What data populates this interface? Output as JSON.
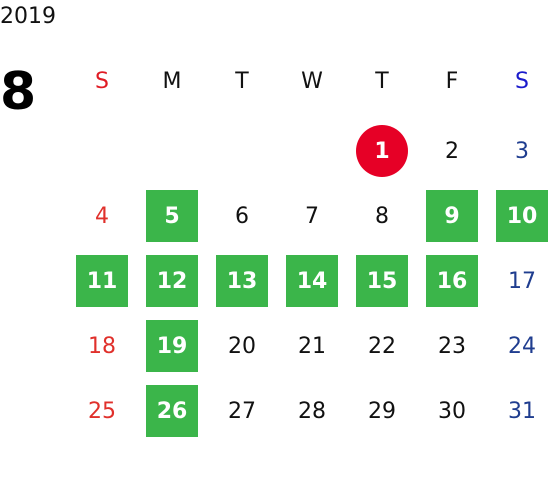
{
  "calendar": {
    "year": "2019",
    "month": "8",
    "weekdays": [
      {
        "label": "S",
        "color": "#e01b24"
      },
      {
        "label": "M",
        "color": "#111111"
      },
      {
        "label": "T",
        "color": "#111111"
      },
      {
        "label": "W",
        "color": "#111111"
      },
      {
        "label": "T",
        "color": "#111111"
      },
      {
        "label": "F",
        "color": "#111111"
      },
      {
        "label": "S",
        "color": "#1a1acc"
      }
    ],
    "colors": {
      "sunday": "#e0302b",
      "saturday": "#1f3d8f",
      "weekday": "#111111",
      "holiday_bg": "#3bb54a",
      "today_bg": "#e60026"
    },
    "days": [
      {
        "day": "1",
        "weekday": 4,
        "week": 0,
        "type": "today"
      },
      {
        "day": "2",
        "weekday": 5,
        "week": 0,
        "type": "normal"
      },
      {
        "day": "3",
        "weekday": 6,
        "week": 0,
        "type": "normal"
      },
      {
        "day": "4",
        "weekday": 0,
        "week": 1,
        "type": "normal"
      },
      {
        "day": "5",
        "weekday": 1,
        "week": 1,
        "type": "holiday"
      },
      {
        "day": "6",
        "weekday": 2,
        "week": 1,
        "type": "normal"
      },
      {
        "day": "7",
        "weekday": 3,
        "week": 1,
        "type": "normal"
      },
      {
        "day": "8",
        "weekday": 4,
        "week": 1,
        "type": "normal"
      },
      {
        "day": "9",
        "weekday": 5,
        "week": 1,
        "type": "holiday"
      },
      {
        "day": "10",
        "weekday": 6,
        "week": 1,
        "type": "holiday"
      },
      {
        "day": "11",
        "weekday": 0,
        "week": 2,
        "type": "holiday"
      },
      {
        "day": "12",
        "weekday": 1,
        "week": 2,
        "type": "holiday"
      },
      {
        "day": "13",
        "weekday": 2,
        "week": 2,
        "type": "holiday"
      },
      {
        "day": "14",
        "weekday": 3,
        "week": 2,
        "type": "holiday"
      },
      {
        "day": "15",
        "weekday": 4,
        "week": 2,
        "type": "holiday"
      },
      {
        "day": "16",
        "weekday": 5,
        "week": 2,
        "type": "holiday"
      },
      {
        "day": "17",
        "weekday": 6,
        "week": 2,
        "type": "normal"
      },
      {
        "day": "18",
        "weekday": 0,
        "week": 3,
        "type": "normal"
      },
      {
        "day": "19",
        "weekday": 1,
        "week": 3,
        "type": "holiday"
      },
      {
        "day": "20",
        "weekday": 2,
        "week": 3,
        "type": "normal"
      },
      {
        "day": "21",
        "weekday": 3,
        "week": 3,
        "type": "normal"
      },
      {
        "day": "22",
        "weekday": 4,
        "week": 3,
        "type": "normal"
      },
      {
        "day": "23",
        "weekday": 5,
        "week": 3,
        "type": "normal"
      },
      {
        "day": "24",
        "weekday": 6,
        "week": 3,
        "type": "normal"
      },
      {
        "day": "25",
        "weekday": 0,
        "week": 4,
        "type": "normal"
      },
      {
        "day": "26",
        "weekday": 1,
        "week": 4,
        "type": "holiday"
      },
      {
        "day": "27",
        "weekday": 2,
        "week": 4,
        "type": "normal"
      },
      {
        "day": "28",
        "weekday": 3,
        "week": 4,
        "type": "normal"
      },
      {
        "day": "29",
        "weekday": 4,
        "week": 4,
        "type": "normal"
      },
      {
        "day": "30",
        "weekday": 5,
        "week": 4,
        "type": "normal"
      },
      {
        "day": "31",
        "weekday": 6,
        "week": 4,
        "type": "normal"
      }
    ]
  }
}
